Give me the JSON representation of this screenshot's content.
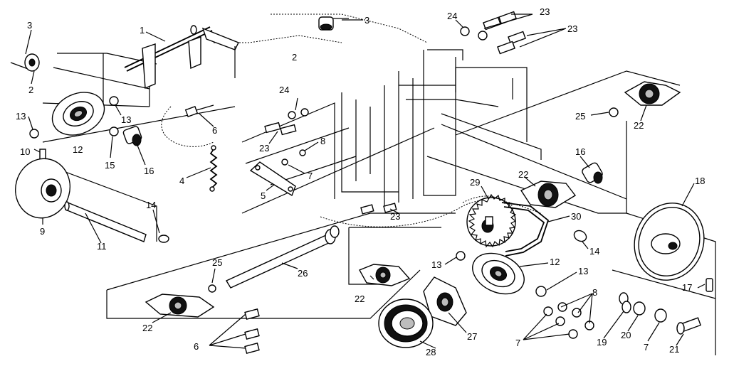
{
  "callouts": {
    "c1": "1",
    "c2a": "2",
    "c2b": "2",
    "c3a": "3",
    "c3b": "3",
    "c4": "4",
    "c5": "5",
    "c6a": "6",
    "c6b": "6",
    "c7a": "7",
    "c7b": "7",
    "c7c": "7",
    "c8a": "8",
    "c8b": "8",
    "c9": "9",
    "c10": "10",
    "c11": "11",
    "c12a": "12",
    "c12b": "12",
    "c13a": "13",
    "c13b": "13",
    "c13c": "13",
    "c13d": "13",
    "c14a": "14",
    "c14b": "14",
    "c15": "15",
    "c16a": "16",
    "c16b": "16",
    "c17": "17",
    "c18": "18",
    "c19": "19",
    "c20": "20",
    "c21": "21",
    "c22a": "22",
    "c22b": "22",
    "c22c": "22",
    "c22d": "22",
    "c23a": "23",
    "c23b": "23",
    "c23c": "23",
    "c23d": "23",
    "c24a": "24",
    "c24b": "24",
    "c25a": "25",
    "c25b": "25",
    "c26": "26",
    "c27": "27",
    "c28": "28",
    "c29": "29",
    "c30": "30"
  }
}
